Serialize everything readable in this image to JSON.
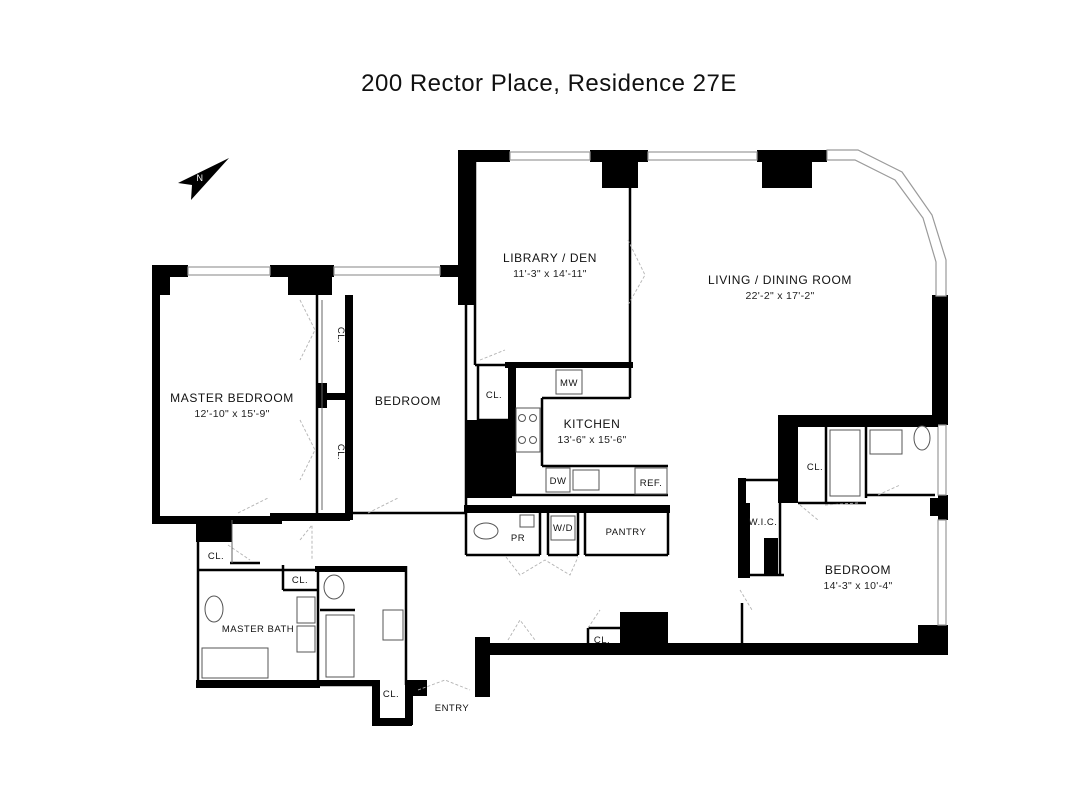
{
  "title": "200 Rector Place, Residence 27E",
  "compass": {
    "label": "N"
  },
  "rooms": {
    "library": {
      "name": "LIBRARY / DEN",
      "dims": "11'-3\" x 14'-11\""
    },
    "living": {
      "name": "LIVING / DINING ROOM",
      "dims": "22'-2\" x 17'-2\""
    },
    "master_bedroom": {
      "name": "MASTER BEDROOM",
      "dims": "12'-10\" x 15'-9\""
    },
    "bedroom_center": {
      "name": "BEDROOM"
    },
    "kitchen": {
      "name": "KITCHEN",
      "dims": "13'-6\" x 15'-6\""
    },
    "bedroom_right": {
      "name": "BEDROOM",
      "dims": "14'-3\" x 10'-4\""
    },
    "master_bath": {
      "name": "MASTER BATH"
    },
    "pantry": {
      "name": "PANTRY"
    },
    "powder_room": {
      "name": "PR"
    },
    "laundry": {
      "name": "W/D"
    },
    "walk_in_closet": {
      "name": "W.I.C."
    },
    "entry": {
      "name": "ENTRY"
    }
  },
  "closet_label": "CL.",
  "appliances": {
    "microwave": "MW",
    "dishwasher": "DW",
    "refrigerator": "REF."
  }
}
